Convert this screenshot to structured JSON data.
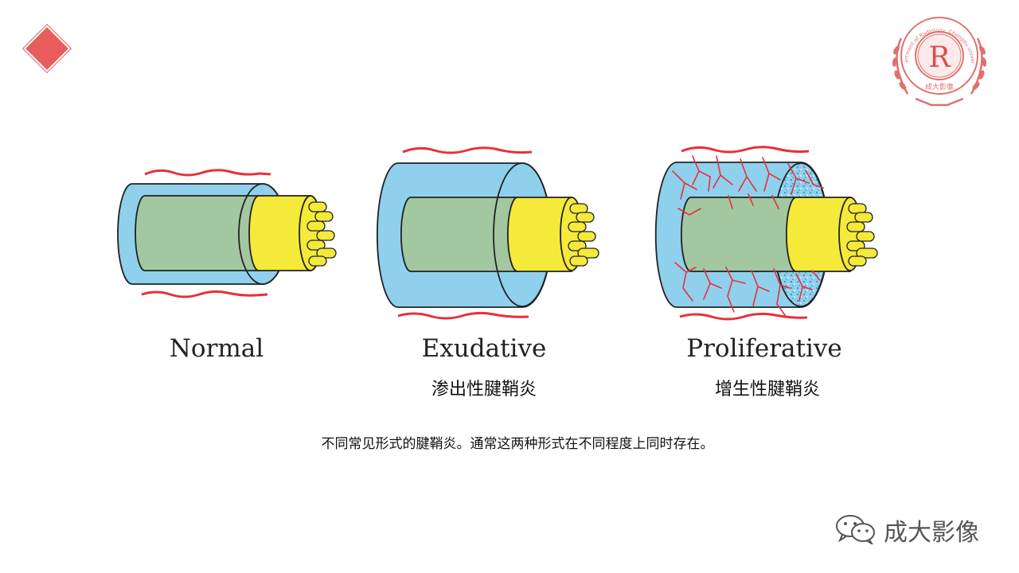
{
  "slide": {
    "logo": {
      "monogram": "R",
      "ring_text_top": "Department of Radiology, Chengdu university",
      "ring_text_bottom": "成大影像"
    },
    "panels": [
      {
        "title": "Normal",
        "subtitle": ""
      },
      {
        "title": "Exudative",
        "subtitle": "渗出性腱鞘炎"
      },
      {
        "title": "Proliferative",
        "subtitle": "增生性腱鞘炎"
      }
    ],
    "caption": "不同常见形式的腱鞘炎。通常这两种形式在不同程度上同时存在。",
    "watermark": "成大影像"
  },
  "colors": {
    "accent": "#e85c5c",
    "sheath": "#8fd0ec",
    "tendon_green": "#a3c7a0",
    "fiber_yellow": "#f5e93a",
    "vessel_red": "#e8303a"
  },
  "icons": [
    "diamond-icon",
    "university-logo-icon",
    "wechat-icon"
  ]
}
